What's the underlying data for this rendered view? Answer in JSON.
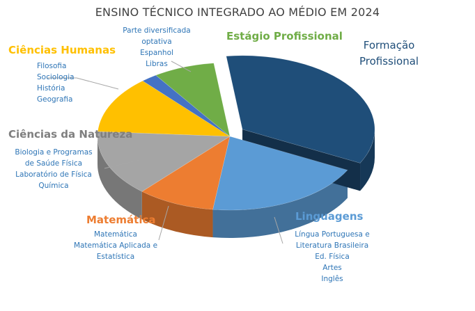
{
  "chart_data": {
    "type": "pie",
    "title": "ENSINO TÉCNICO INTEGRADO AO MÉDIO EM 2024",
    "slices": [
      {
        "name": "Formação Profissional",
        "value": 34.5,
        "color": "#1f4e79",
        "exploded": true,
        "items": []
      },
      {
        "name": "Linguagens",
        "value": 19.5,
        "color": "#5b9bd5",
        "items": [
          "Língua Portuguesa e",
          "Literatura Brasileira",
          "Ed. Física",
          "Artes",
          "Inglês"
        ]
      },
      {
        "name": "Matemática",
        "value": 9.5,
        "color": "#ed7d31",
        "items": [
          "Matemática",
          "Matemática Aplicada e",
          "Estatística"
        ]
      },
      {
        "name": "Ciências da Natureza",
        "value": 14.5,
        "color": "#a5a5a5",
        "items": [
          "Biologia  e Programas",
          "de Saúde Física",
          "Laboratório de Física",
          "Química"
        ]
      },
      {
        "name": "Ciências Humanas",
        "value": 12.5,
        "color": "#ffc000",
        "items": [
          "Filosofia",
          "Sociologia",
          "História",
          "Geografia"
        ]
      },
      {
        "name": "Parte diversificada optativa",
        "value": 2.0,
        "color": "#4472c4",
        "items": [
          "Parte diversificada",
          "optativa",
          "Espanhol",
          "Libras"
        ]
      },
      {
        "name": "Estágio Profissional",
        "value": 7.5,
        "color": "#70ad47",
        "items": []
      }
    ],
    "legend": "none"
  },
  "labels": {
    "formacao": [
      "Formação",
      "Profissional"
    ],
    "linguagens": "Linguagens",
    "matematica": "Matemática",
    "natureza": "Ciências da Natureza",
    "humanas": "Ciências Humanas",
    "estagio": "Estágio Profissional"
  },
  "colors": {
    "formacao_label": "#1f4e79",
    "linguagens_label": "#5b9bd5",
    "matematica_label": "#ed7d31",
    "natureza_label": "#7f7f7f",
    "humanas_label": "#ffc000",
    "estagio_label": "#70ad47",
    "item_text": "#2e75b6"
  }
}
